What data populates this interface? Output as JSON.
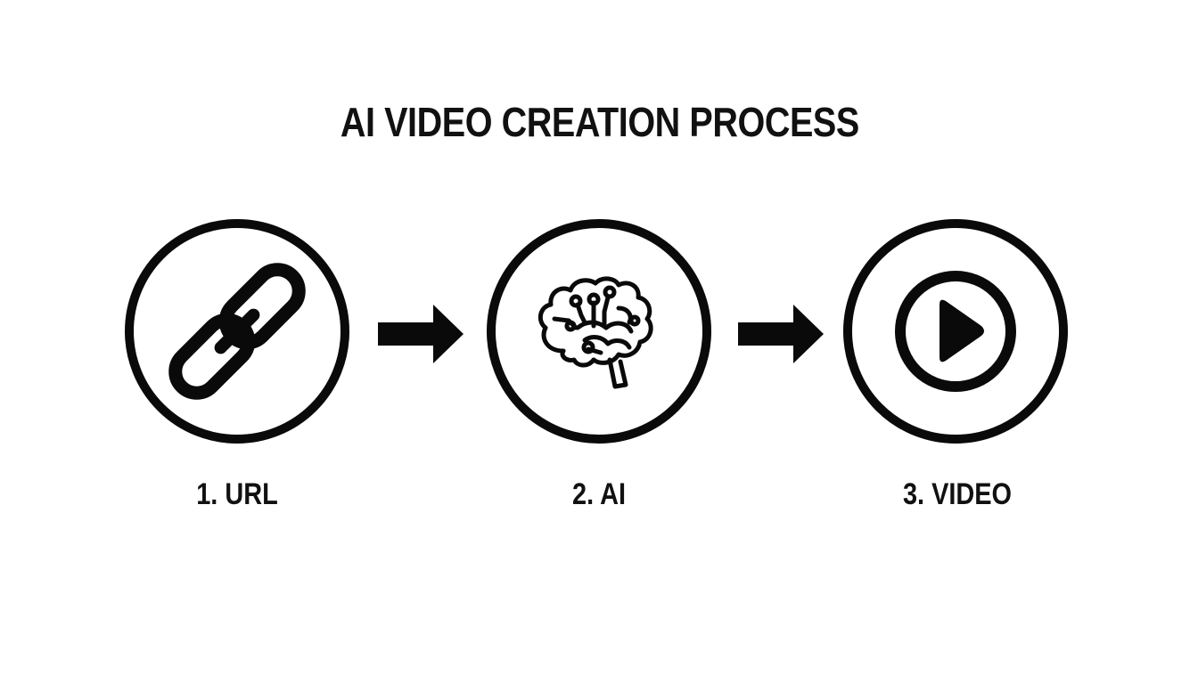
{
  "title": "AI VIDEO CREATION PROCESS",
  "steps": [
    {
      "number": "1",
      "label": "1. URL",
      "icon": "link-icon"
    },
    {
      "number": "2",
      "label": "2. AI",
      "icon": "brain-circuit-icon"
    },
    {
      "number": "3",
      "label": "3. VIDEO",
      "icon": "play-icon"
    }
  ],
  "connectors": [
    {
      "from": "1",
      "to": "2",
      "icon": "arrow-right-icon"
    },
    {
      "from": "2",
      "to": "3",
      "icon": "arrow-right-icon"
    }
  ],
  "colors": {
    "foreground": "#0a0a0a",
    "background": "#ffffff"
  }
}
